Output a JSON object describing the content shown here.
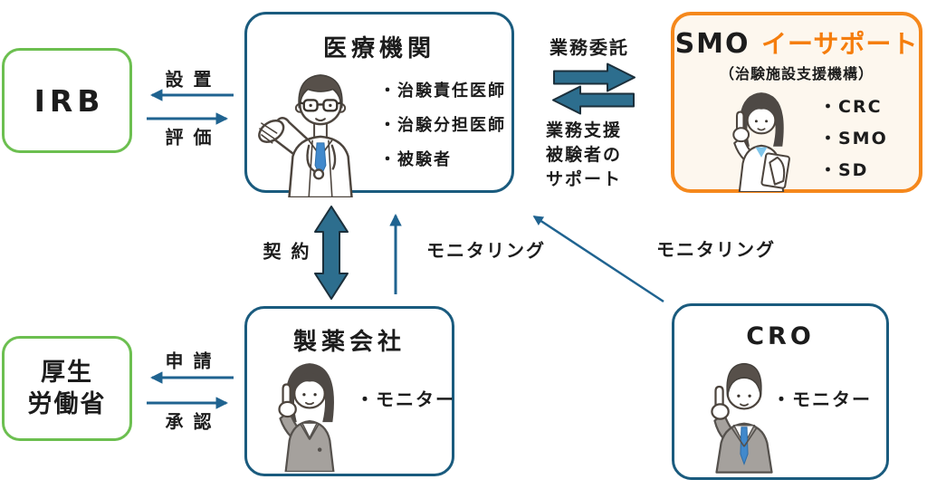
{
  "diagram": {
    "boxes": {
      "irb": {
        "title": "IRB"
      },
      "medical": {
        "title": "医療機関",
        "items": [
          "・治験責任医師",
          "・治験分担医師",
          "・被験者"
        ]
      },
      "smo": {
        "title_prefix": "SMO ",
        "title_brand": "イーサポート",
        "subtitle": "（治験施設支援機構）",
        "items": [
          "・CRC",
          "・SMO",
          "・SD"
        ]
      },
      "mhlw": {
        "title_line1": "厚生",
        "title_line2": "労働省"
      },
      "pharma": {
        "title": "製薬会社",
        "items": [
          "・モニター"
        ]
      },
      "cro": {
        "title": "CRO",
        "items": [
          "・モニター"
        ]
      }
    },
    "arrow_labels": {
      "establish": "設 置",
      "evaluate": "評 価",
      "outsourcing": "業務委託",
      "support_lines": [
        "業務支援",
        "被験者の",
        "サポート"
      ],
      "contract": "契 約",
      "monitoring_pharma": "モニタリング",
      "monitoring_cro": "モニタリング",
      "application": "申 請",
      "approval": "承 認"
    },
    "colors": {
      "box_blue_border": "#1a5b7e",
      "box_green_border": "#6cbf50",
      "box_orange_border": "#f5881c",
      "smo_background": "#fdf7ee",
      "brand_orange_text": "#f57d0c",
      "thin_arrow": "#1f6390",
      "block_arrow_fill": "#2d6e8e",
      "block_arrow_outline": "#1b2f3b",
      "text": "#1c1c1c"
    },
    "icons": {
      "medical": "doctor-illustration",
      "smo": "crc-woman-illustration",
      "pharma": "monitor-woman-illustration",
      "cro": "monitor-man-illustration"
    }
  }
}
